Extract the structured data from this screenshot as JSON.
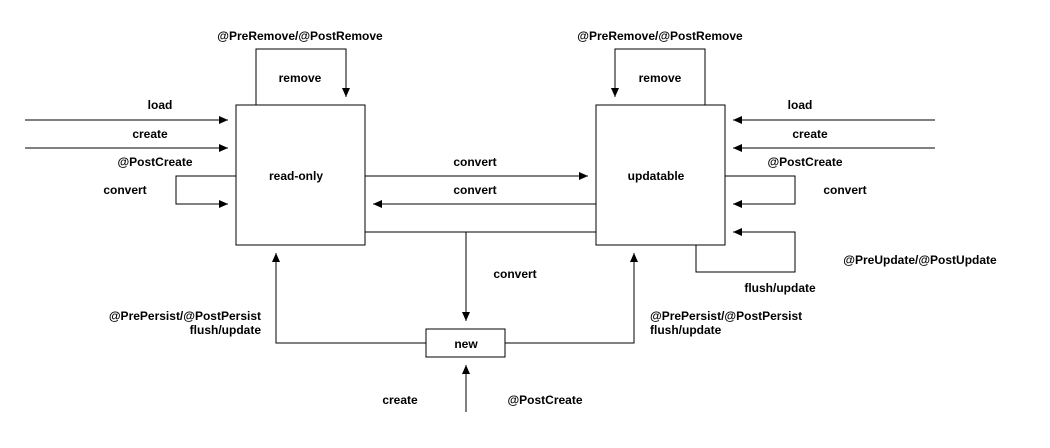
{
  "states": {
    "read_only": "read-only",
    "updatable": "updatable",
    "new": "new"
  },
  "labels": {
    "left_remove_callbacks": "@PreRemove/@PostRemove",
    "left_remove": "remove",
    "left_load": "load",
    "left_create": "create",
    "left_post_create": "@PostCreate",
    "left_convert_self": "convert",
    "convert_to_updatable": "convert",
    "convert_to_read_only": "convert",
    "convert_to_new": "convert",
    "right_remove_callbacks": "@PreRemove/@PostRemove",
    "right_remove": "remove",
    "right_load": "load",
    "right_create": "create",
    "right_post_create": "@PostCreate",
    "right_convert_self": "convert",
    "right_update_callbacks": "@PreUpdate/@PostUpdate",
    "right_flush_update": "flush/update",
    "new_to_read_only_callbacks": "@PrePersist/@PostPersist",
    "new_to_read_only_flush": "flush/update",
    "new_to_updatable_callbacks": "@PrePersist/@PostPersist",
    "new_to_updatable_flush": "flush/update",
    "bottom_create": "create",
    "bottom_post_create": "@PostCreate"
  }
}
